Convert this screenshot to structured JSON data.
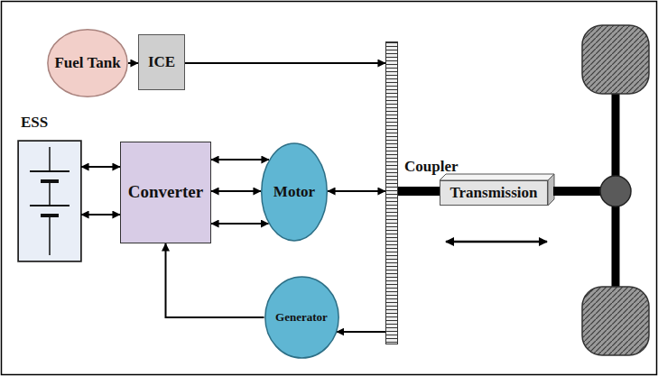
{
  "diagram": {
    "nodes": [
      {
        "text": [
          "Fuel Tank"
        ]
      },
      {
        "text": [
          "ICE"
        ]
      },
      {
        "text": [
          "ESS"
        ]
      },
      {
        "text": [
          "Converter"
        ]
      },
      {
        "text": [
          "Motor"
        ]
      },
      {
        "text": [
          "Coupler"
        ]
      },
      {
        "text": [
          "Generator"
        ]
      },
      {
        "text": [
          "Transmission"
        ]
      }
    ],
    "edges": [
      {
        "from": 0,
        "to": 1,
        "arrow": "to"
      },
      {
        "from": 1,
        "to": 5,
        "arrow": "to"
      },
      {
        "from": 2,
        "to": 3,
        "arrow": "both"
      },
      {
        "from": 2,
        "to": 3,
        "arrow": "both"
      },
      {
        "from": 3,
        "to": 4,
        "arrow": "both"
      },
      {
        "from": 3,
        "to": 4,
        "arrow": "both"
      },
      {
        "from": 3,
        "to": 4,
        "arrow": "both"
      },
      {
        "from": 4,
        "to": 5,
        "arrow": "both"
      },
      {
        "from": 5,
        "to": 6,
        "arrow": "to"
      },
      {
        "from": 6,
        "to": 3,
        "arrow": "to"
      },
      {
        "from": 5,
        "to": 7,
        "arrow": "none"
      }
    ]
  }
}
